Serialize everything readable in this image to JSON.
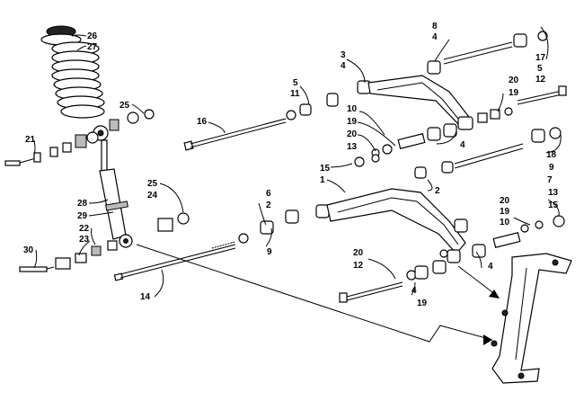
{
  "callouts": [
    {
      "id": "c26",
      "text": "26"
    },
    {
      "id": "c27",
      "text": "27"
    },
    {
      "id": "c25a",
      "text": "25"
    },
    {
      "id": "c21",
      "text": "21"
    },
    {
      "id": "c28",
      "text": "28"
    },
    {
      "id": "c29",
      "text": "29"
    },
    {
      "id": "c25b",
      "text": "25"
    },
    {
      "id": "c24",
      "text": "24"
    },
    {
      "id": "c22",
      "text": "22"
    },
    {
      "id": "c23",
      "text": "23"
    },
    {
      "id": "c30",
      "text": "30"
    },
    {
      "id": "c14",
      "text": "14"
    },
    {
      "id": "c16",
      "text": "16"
    },
    {
      "id": "c5a",
      "text": "5"
    },
    {
      "id": "c11",
      "text": "11"
    },
    {
      "id": "c3",
      "text": "3"
    },
    {
      "id": "c4a",
      "text": "4"
    },
    {
      "id": "c8",
      "text": "8"
    },
    {
      "id": "c4b",
      "text": "4"
    },
    {
      "id": "c17",
      "text": "17"
    },
    {
      "id": "c5b",
      "text": "5"
    },
    {
      "id": "c12a",
      "text": "12"
    },
    {
      "id": "c20a",
      "text": "20"
    },
    {
      "id": "c19a",
      "text": "19"
    },
    {
      "id": "c10a",
      "text": "10"
    },
    {
      "id": "c19b",
      "text": "19"
    },
    {
      "id": "c20b",
      "text": "20"
    },
    {
      "id": "c13a",
      "text": "13"
    },
    {
      "id": "c4c",
      "text": "4"
    },
    {
      "id": "c18",
      "text": "18"
    },
    {
      "id": "c9a",
      "text": "9"
    },
    {
      "id": "c7",
      "text": "7"
    },
    {
      "id": "c15a",
      "text": "15"
    },
    {
      "id": "c1",
      "text": "1"
    },
    {
      "id": "c2a",
      "text": "2"
    },
    {
      "id": "c6",
      "text": "6"
    },
    {
      "id": "c2b",
      "text": "2"
    },
    {
      "id": "c9b",
      "text": "9"
    },
    {
      "id": "c20c",
      "text": "20"
    },
    {
      "id": "c19c",
      "text": "19"
    },
    {
      "id": "c10b",
      "text": "10"
    },
    {
      "id": "c13b",
      "text": "13"
    },
    {
      "id": "c15b",
      "text": "15"
    },
    {
      "id": "c4d",
      "text": "4"
    },
    {
      "id": "c20d",
      "text": "20"
    },
    {
      "id": "c12b",
      "text": "12"
    },
    {
      "id": "c4e",
      "text": "4"
    },
    {
      "id": "c19d",
      "text": "19"
    }
  ]
}
